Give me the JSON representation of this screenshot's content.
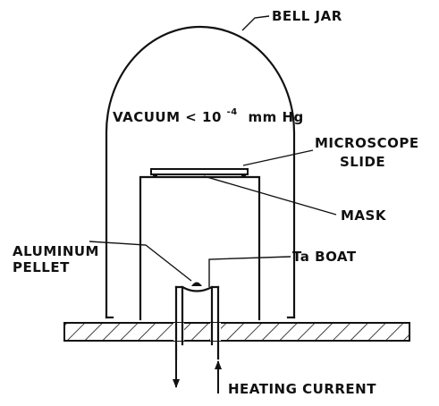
{
  "labels": {
    "bell_jar": "BELL JAR",
    "vacuum_prefix": "VACUUM < 10",
    "vacuum_exponent": "-4",
    "vacuum_unit": "mm Hg",
    "microscope_slide_line1": "MICROSCOPE",
    "microscope_slide_line2": "SLIDE",
    "mask": "MASK",
    "aluminum_pellet_line1": "ALUMINUM",
    "aluminum_pellet_line2": "PELLET",
    "ta_boat": "Ta BOAT",
    "heating_current": "HEATING CURRENT"
  },
  "colors": {
    "ink": "#111111",
    "background": "#ffffff"
  }
}
